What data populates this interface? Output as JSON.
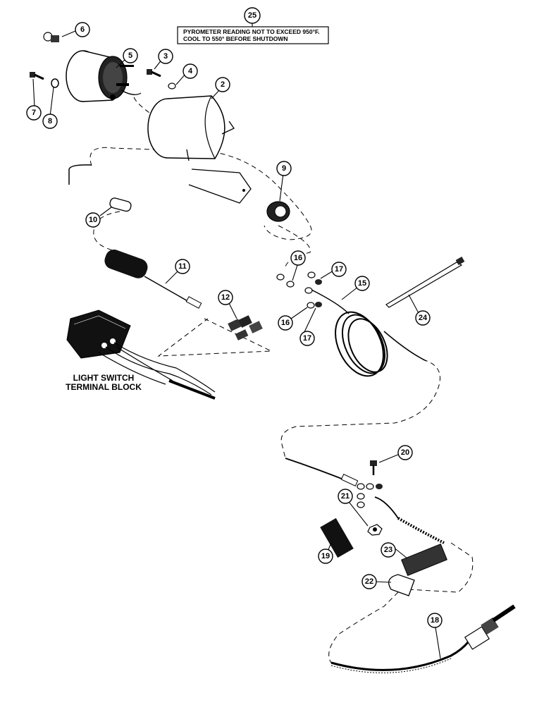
{
  "note": {
    "callout": "25",
    "line1": "PYROMETER READING NOT TO EXCEED 950°F.",
    "line2": "COOL TO 550° BEFORE SHUTDOWN"
  },
  "label": {
    "line1": "LIGHT SWITCH",
    "line2": "TERMINAL BLOCK"
  },
  "callouts": [
    "2",
    "3",
    "4",
    "5",
    "6",
    "7",
    "8",
    "9",
    "10",
    "11",
    "12",
    "15",
    "16",
    "17",
    "16",
    "17",
    "18",
    "19",
    "20",
    "21",
    "22",
    "23",
    "24"
  ]
}
